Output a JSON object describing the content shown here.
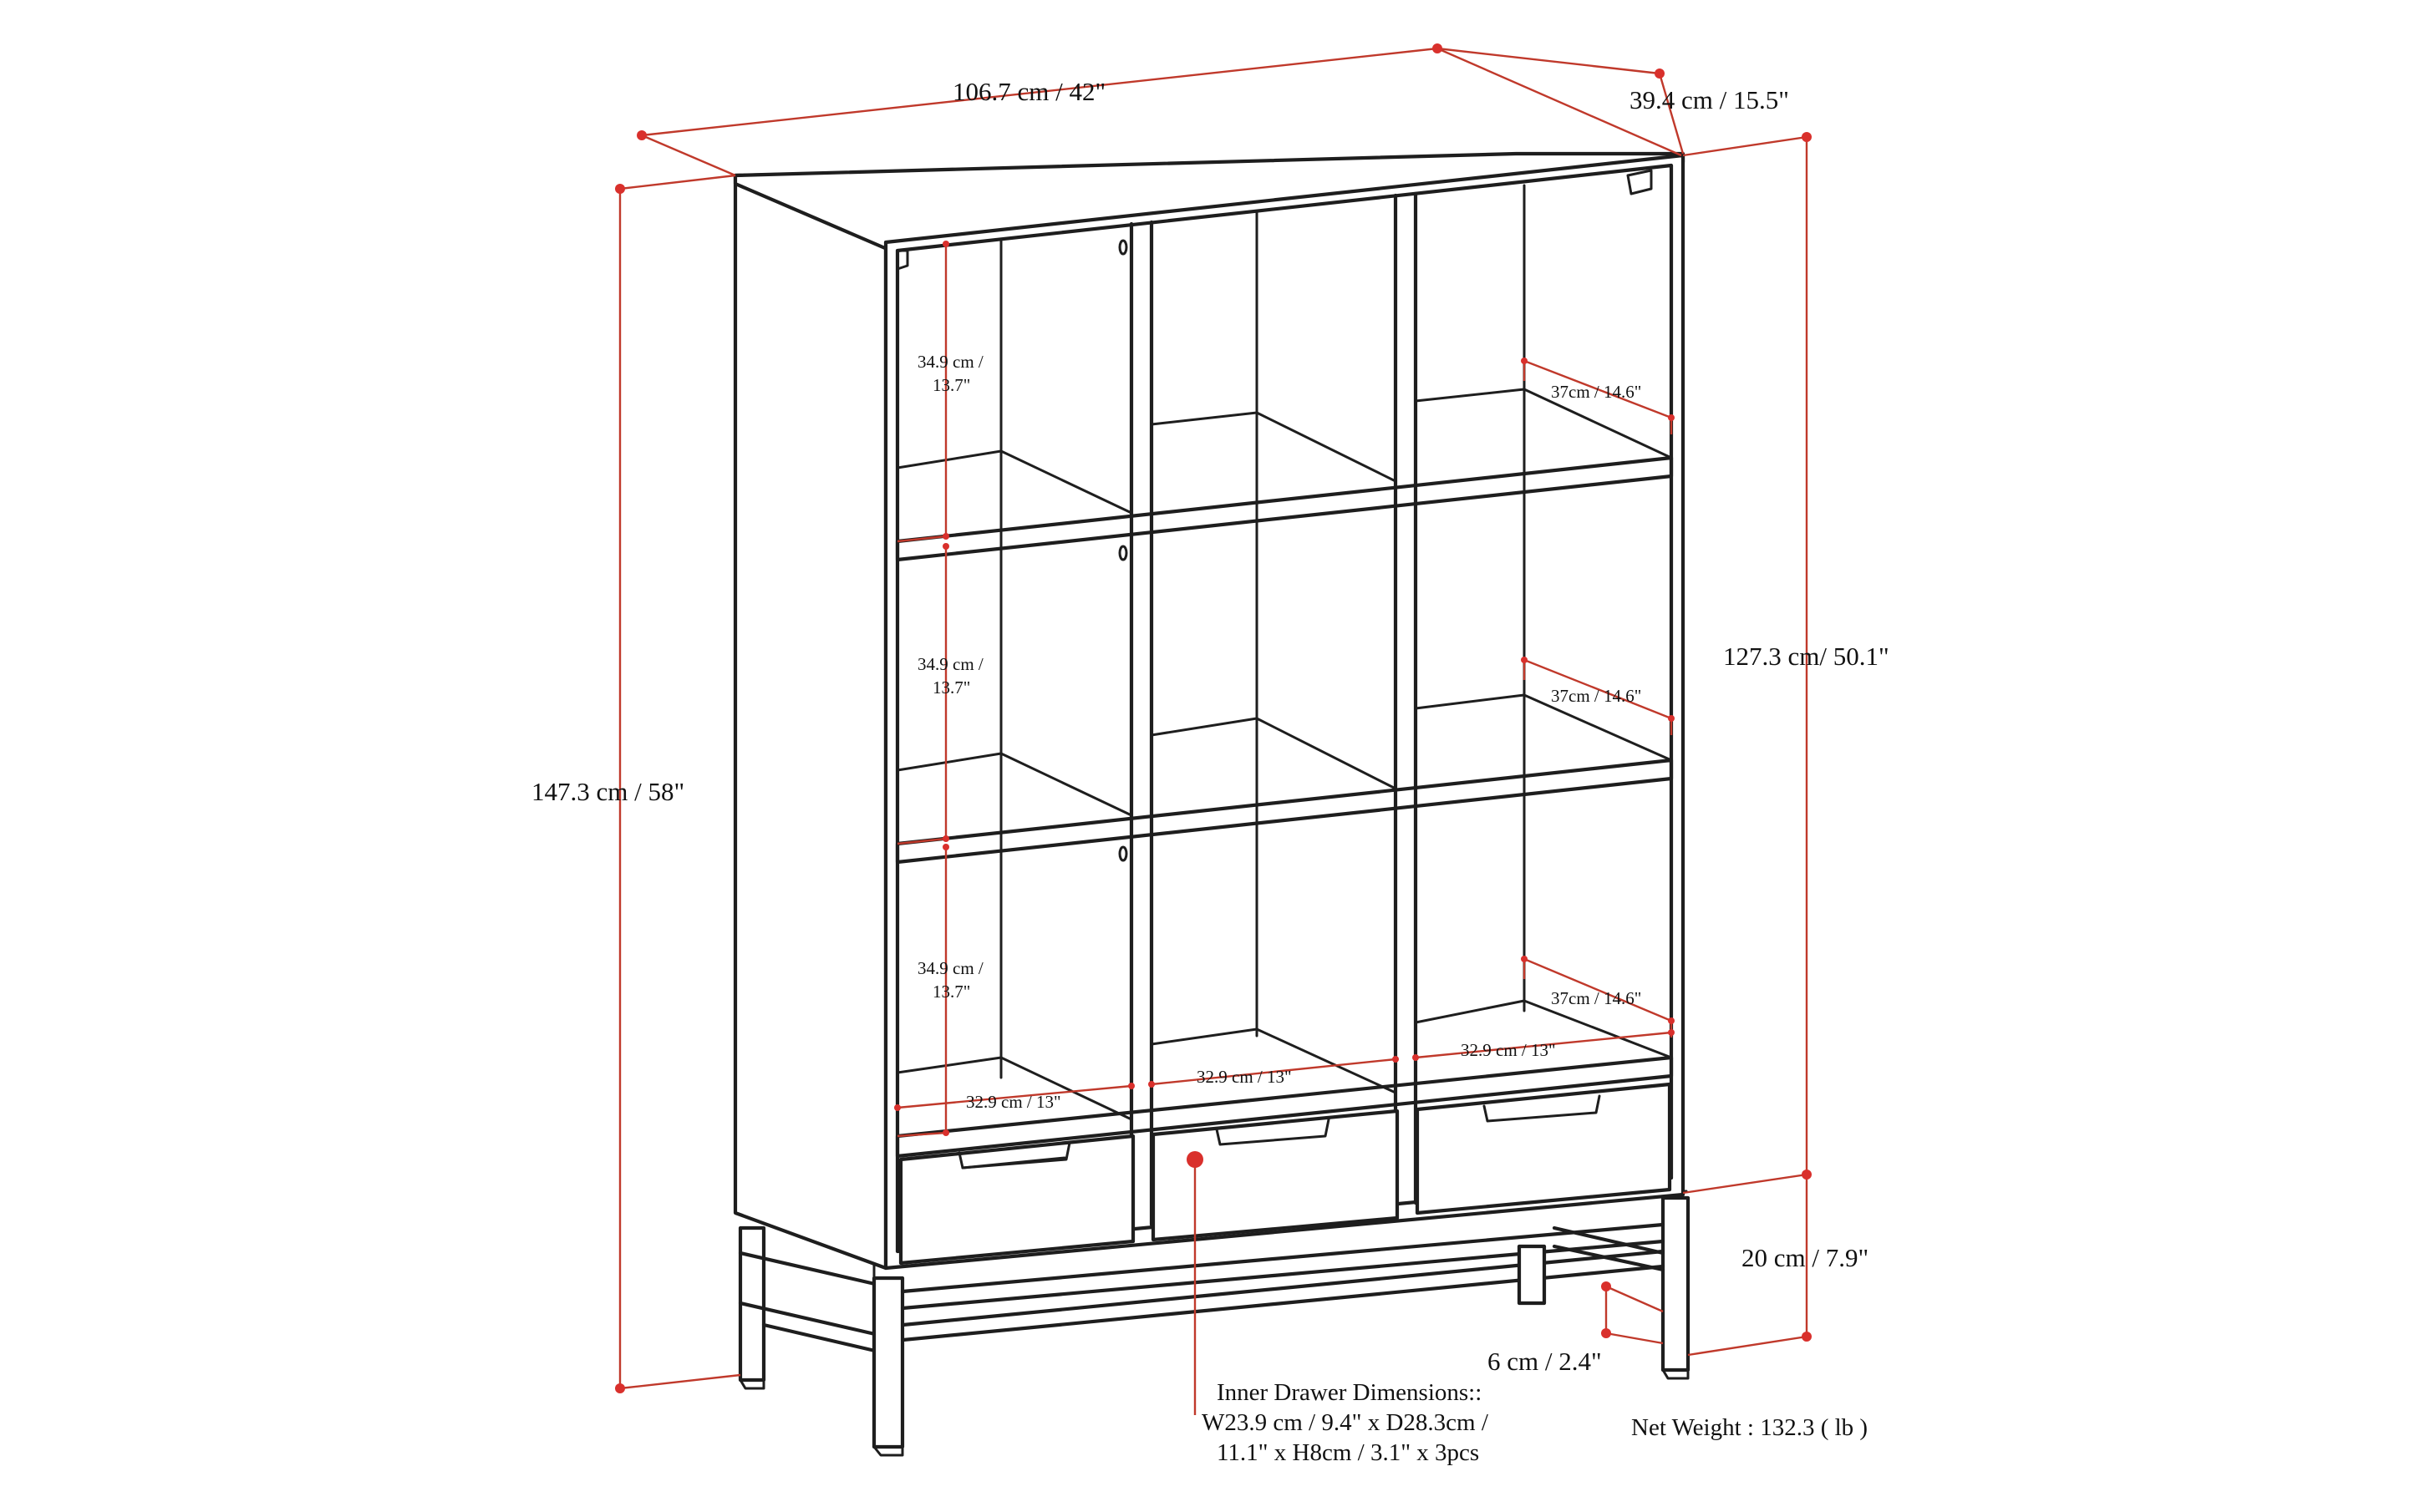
{
  "dimensions": {
    "width_label": "106.7 cm / 42\"",
    "depth_label": "39.4 cm / 15.5\"",
    "total_height_label": "147.3 cm / 58\"",
    "cabinet_height_label": "127.3 cm/ 50.1\"",
    "base_height_label": "20 cm / 7.9\"",
    "leg_label": "6 cm / 2.4\"",
    "cube_height_line1": "34.9 cm /",
    "cube_height_line2": "13.7\"",
    "cube_depth_label": "37cm / 14.6\"",
    "cube_width_label": "32.9 cm / 13\""
  },
  "drawer_info": {
    "line1": "Inner Drawer Dimensions::",
    "line2": "W23.9 cm / 9.4\" x D28.3cm /",
    "line3": "11.1\" x H8cm / 3.1\" x 3pcs"
  },
  "net_weight": "Net Weight : 132.3 ( lb )",
  "colors": {
    "line": "#1e1e1e",
    "dimension": "#c0392b",
    "marker": "#d9302c",
    "background": "#ffffff"
  }
}
